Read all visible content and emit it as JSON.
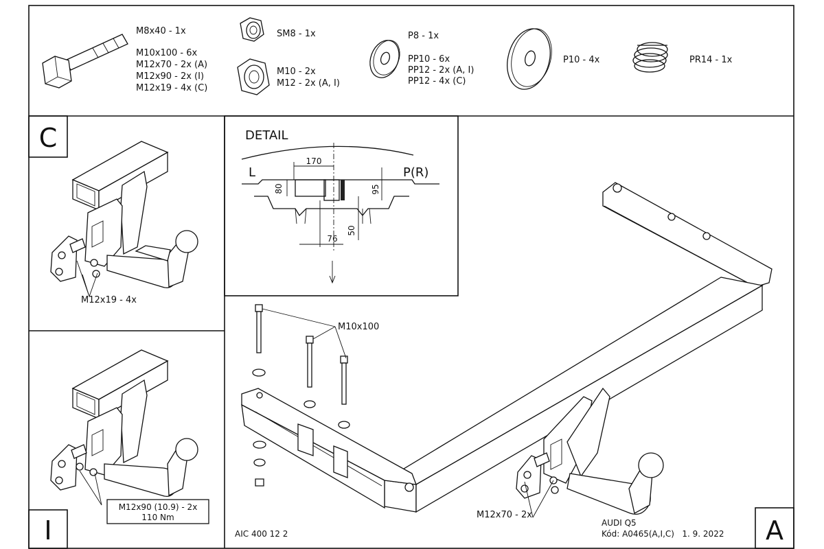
{
  "parts": {
    "bolt_lines": [
      "M8x40 - 1x",
      "",
      "M10x100 - 6x",
      "M12x70 - 2x (A)",
      "M12x90 - 2x (I)",
      "M12x19 - 4x (C)"
    ],
    "nut_small": "SM8 - 1x",
    "nut_large_lines": [
      "M10 - 2x",
      "M12 - 2x (A, I)"
    ],
    "washer_small_lines": [
      "P8 - 1x",
      "",
      "PP10 - 6x",
      "PP12 - 2x (A, I)",
      "PP12 - 4x (C)"
    ],
    "washer_large": "P10 - 4x",
    "spring": "PR14 - 1x"
  },
  "panel_c": {
    "letter": "C",
    "callout": "M12x19 - 4x"
  },
  "panel_i": {
    "letter": "I",
    "callout_line1": "M12x90 (10.9) - 2x",
    "callout_line2": "110 Nm"
  },
  "detail": {
    "title": "DETAIL",
    "left_label": "L",
    "right_label": "P(R)",
    "dim_top": "170",
    "dim_left": "80",
    "dim_right": "95",
    "dim_vertical": "50",
    "dim_bottom": "76"
  },
  "panel_a": {
    "letter": "A",
    "bolt_callout": "M10x100",
    "bottom_callout": "M12x70 - 2x",
    "code": "AIC 400 12 2",
    "vehicle": "AUDI Q5",
    "kod": "Kód: A0465(A,I,C)   1. 9. 2022"
  }
}
